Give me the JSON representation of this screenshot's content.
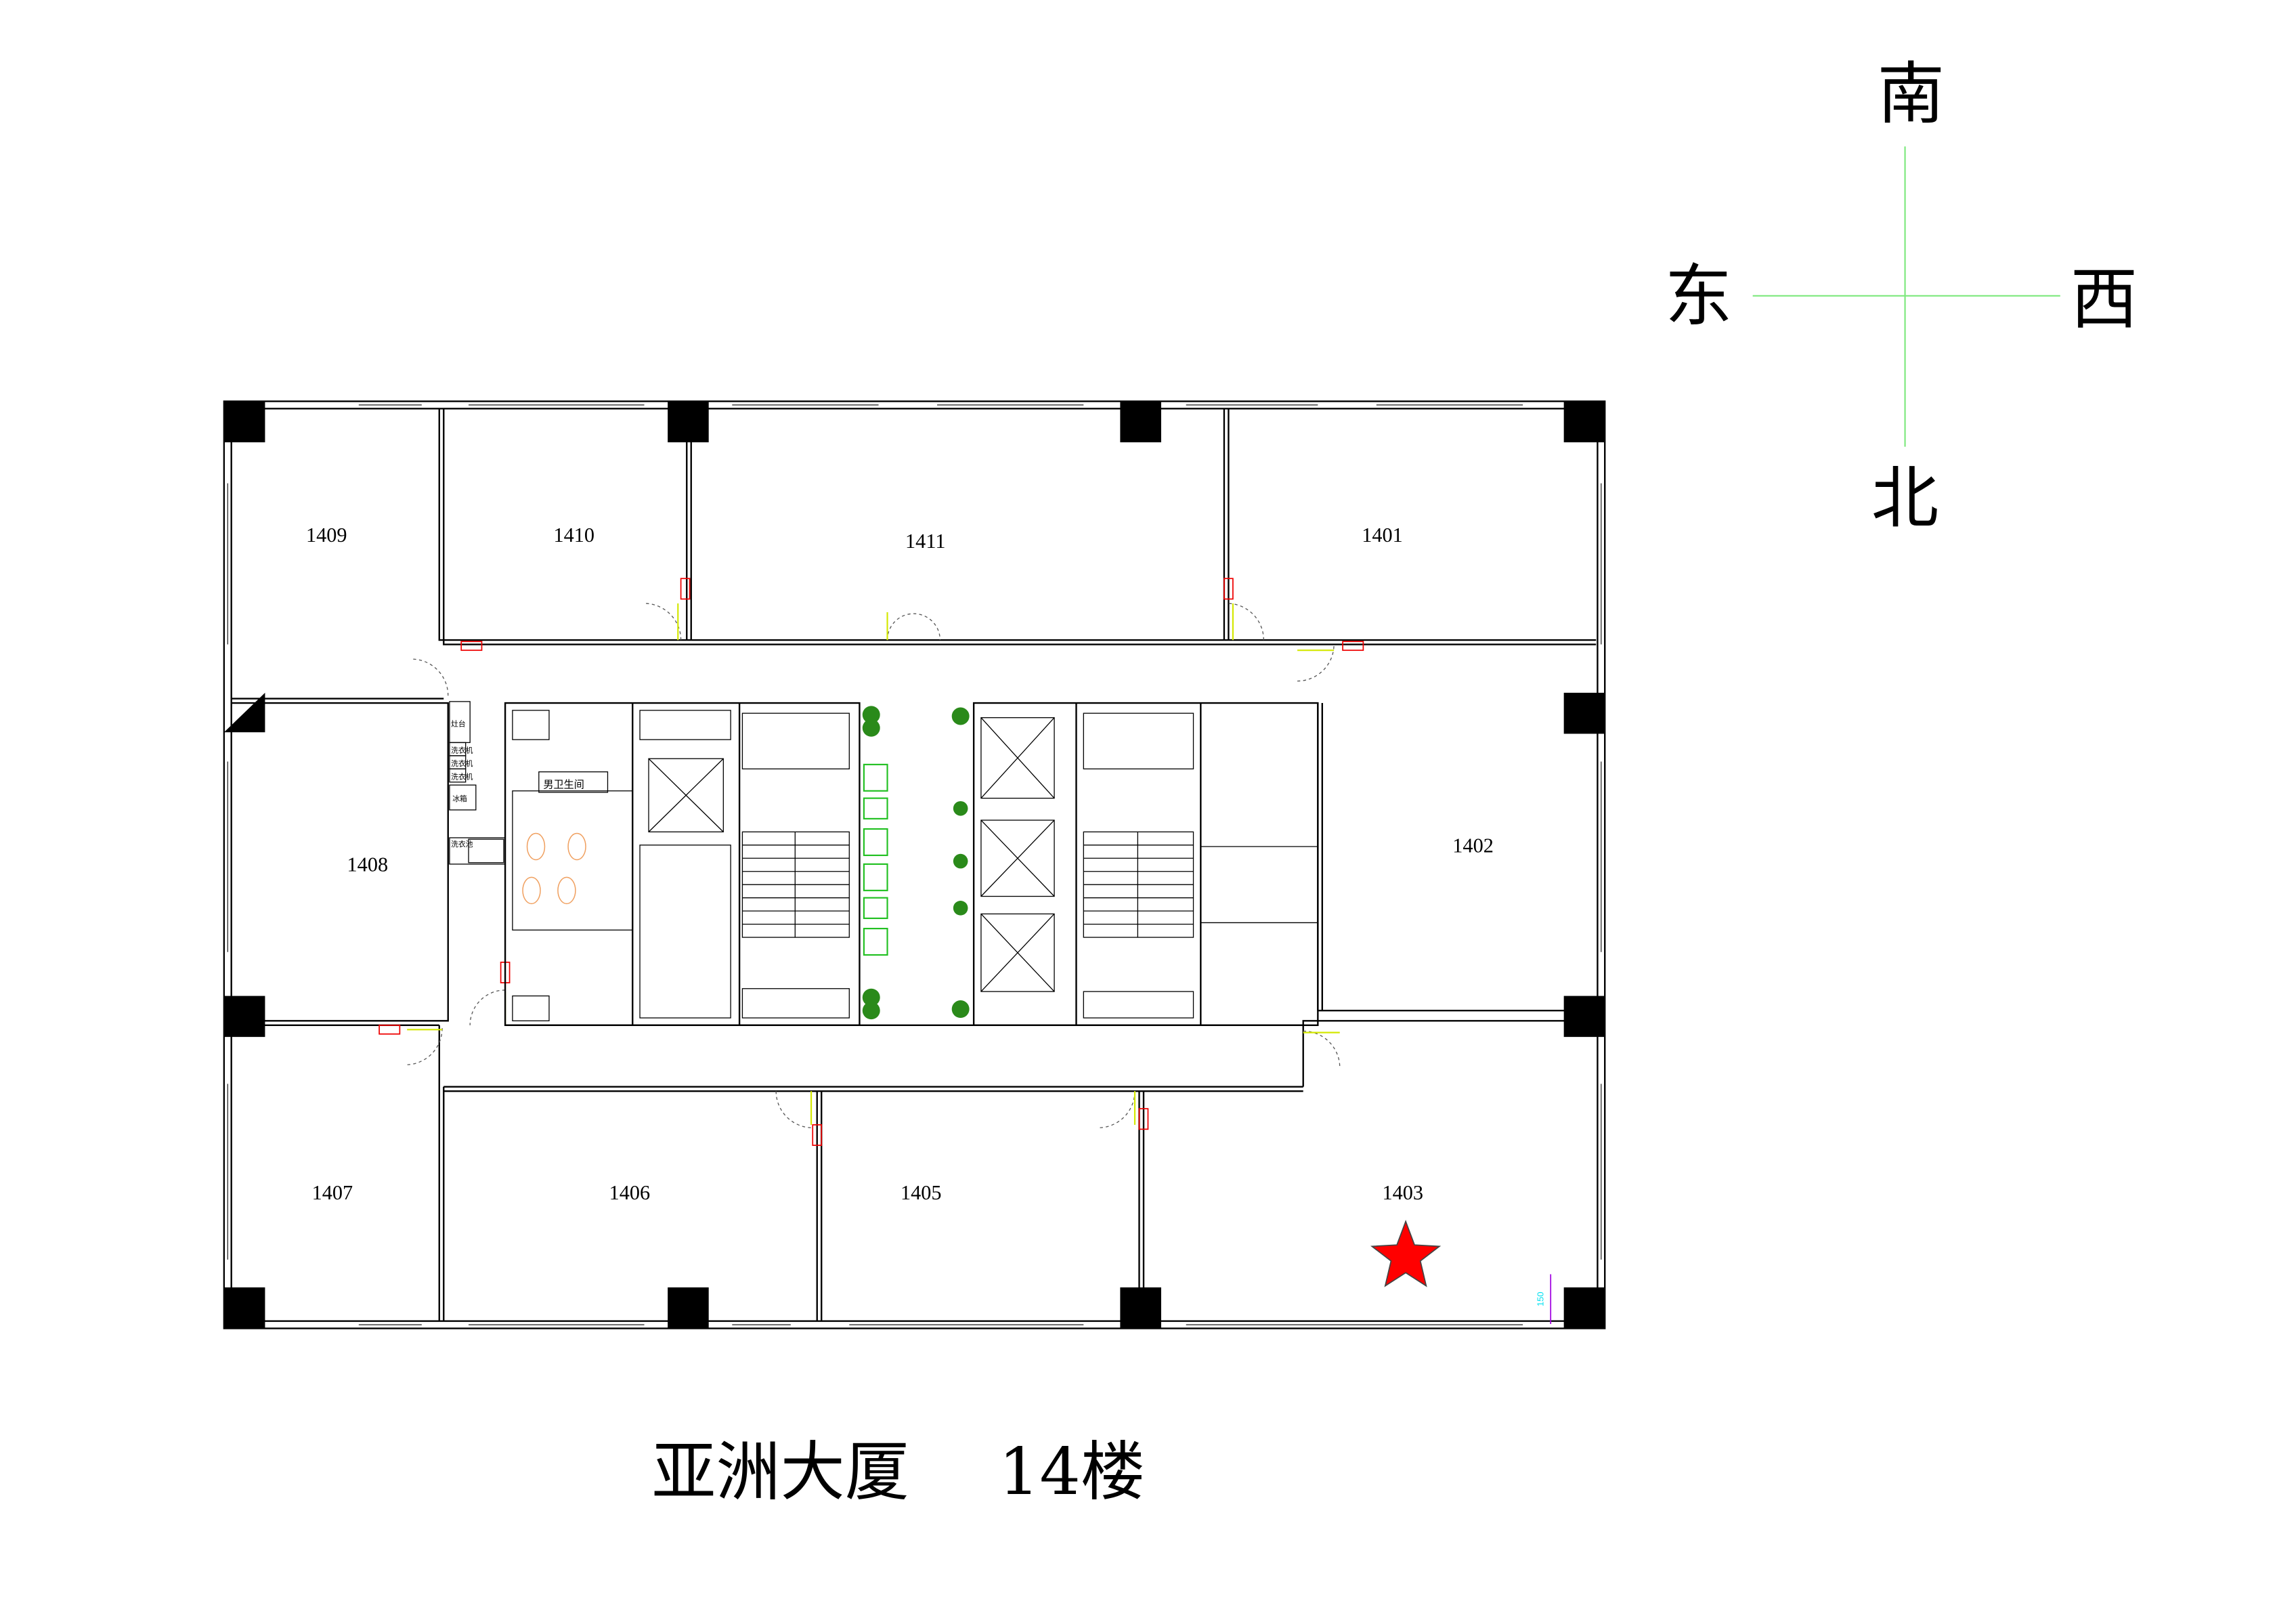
{
  "compass": {
    "south": "南",
    "east": "东",
    "west": "西",
    "north": "北",
    "line_color": "#7ee87e"
  },
  "rooms": {
    "r1409": "1409",
    "r1410": "1410",
    "r1411": "1411",
    "r1401": "1401",
    "r1408": "1408",
    "r1402": "1402",
    "r1407": "1407",
    "r1406": "1406",
    "r1405": "1405",
    "r1403": "1403"
  },
  "core": {
    "restroom_label": "男卫生间",
    "kitchen_labels": [
      "灶台",
      "洗衣机",
      "洗衣机",
      "洗衣机",
      "冰箱",
      "洗衣池"
    ]
  },
  "dimension_label": "150",
  "marker": {
    "icon": "star-icon",
    "room": "1403",
    "color": "#ff0000"
  },
  "title": {
    "building": "亚洲大厦",
    "floor": "14楼"
  }
}
